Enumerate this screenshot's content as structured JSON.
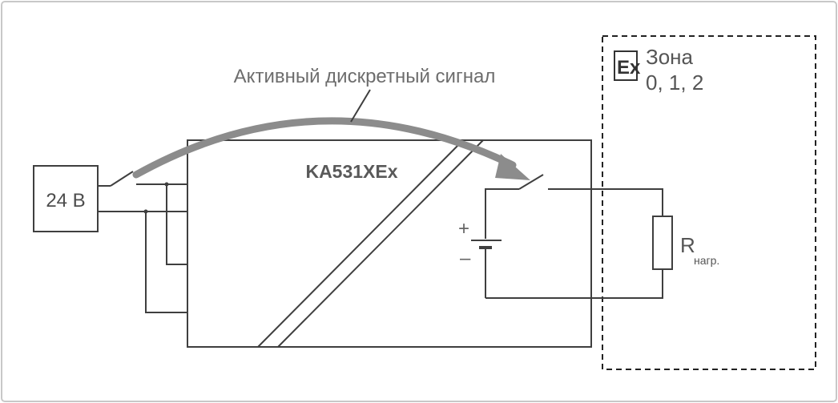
{
  "diagram": {
    "source_label": "24 В",
    "module_label": "KA531XEx",
    "signal_label": "Активный дискретный сигнал",
    "ex_mark": "Ex",
    "zone_title": "Зона",
    "zone_values": "0, 1, 2",
    "battery_plus": "+",
    "battery_minus": "–",
    "resistor_label": "R",
    "resistor_subscript": "нагр."
  },
  "colors": {
    "frame": "#c8c8c8",
    "wire": "#3f3f3f",
    "arrow": "#8c8c8c",
    "text": "#4d4d4d"
  }
}
